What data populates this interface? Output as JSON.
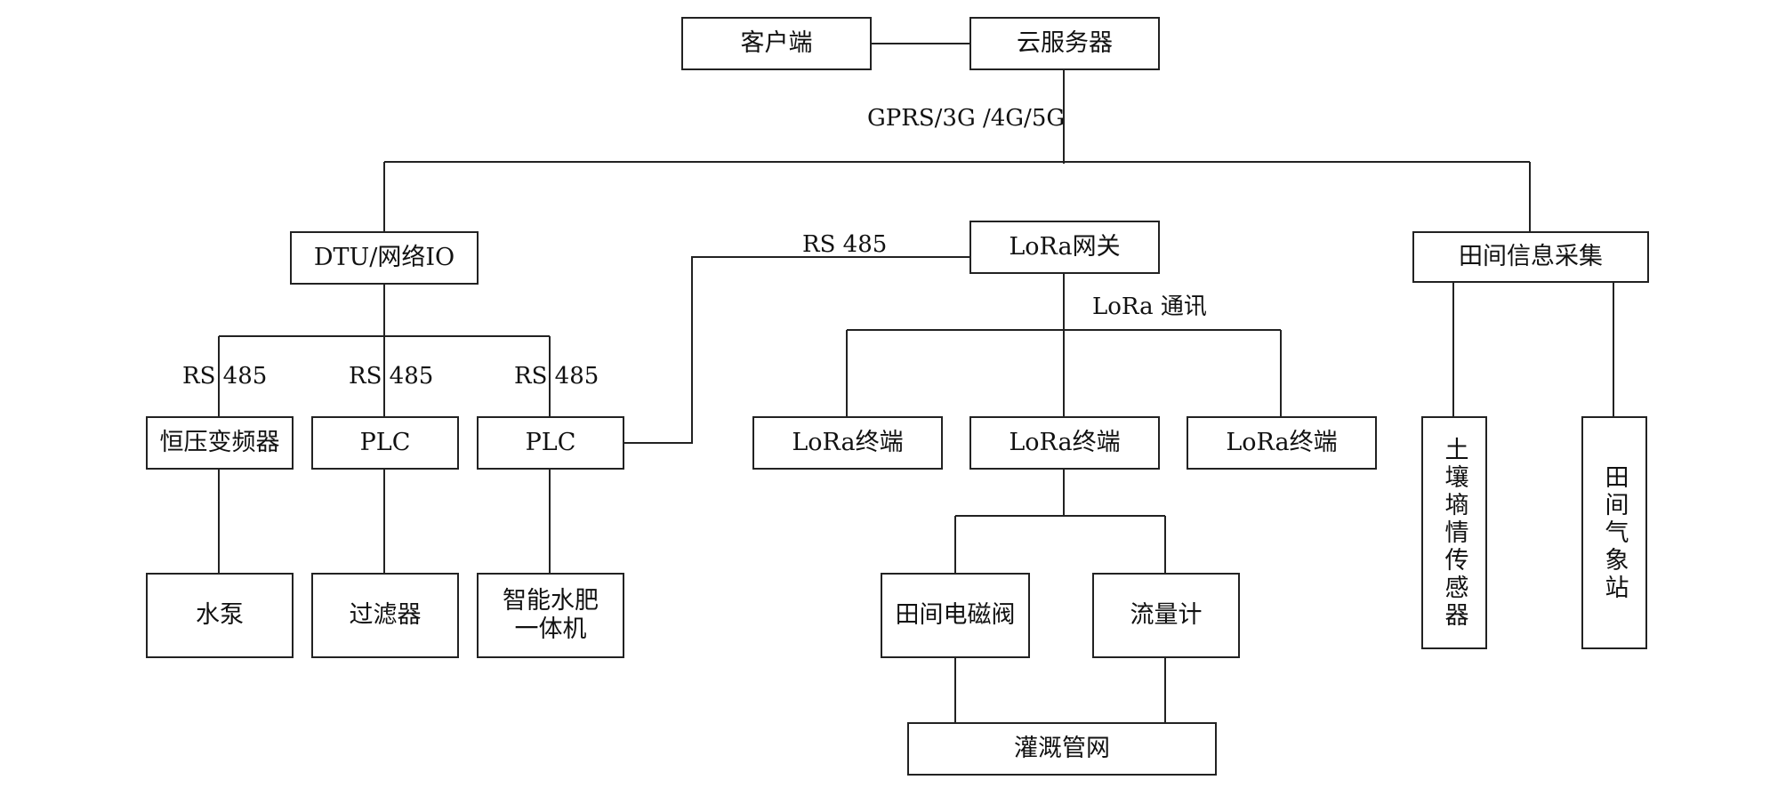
{
  "nodes": {
    "client": "客户端",
    "cloud_server": "云服务器",
    "dtu": "DTU/网络IO",
    "lora_gateway": "LoRa网关",
    "field_info": "田间信息采集",
    "inverter": "恒压变频器",
    "plc_1": "PLC",
    "plc_2": "PLC",
    "lora_terminal_1": "LoRa终端",
    "lora_terminal_2": "LoRa终端",
    "lora_terminal_3": "LoRa终端",
    "pump": "水泵",
    "filter": "过滤器",
    "fertigation_line1": "智能水肥",
    "fertigation_line2": "一体机",
    "solenoid_valve": "田间电磁阀",
    "flow_meter": "流量计",
    "irrigation_network": "灌溉管网",
    "soil_sensor": "土壤墒情传感器",
    "weather_station": "田间气象站"
  },
  "edge_labels": {
    "cloud_link": "GPRS/3G /4G/5G",
    "gateway_plc_link": "RS 485",
    "lora_comm": "LoRa 通讯",
    "rs485_inverter": "RS 485",
    "rs485_plc1": "RS 485",
    "rs485_plc2": "RS 485"
  }
}
